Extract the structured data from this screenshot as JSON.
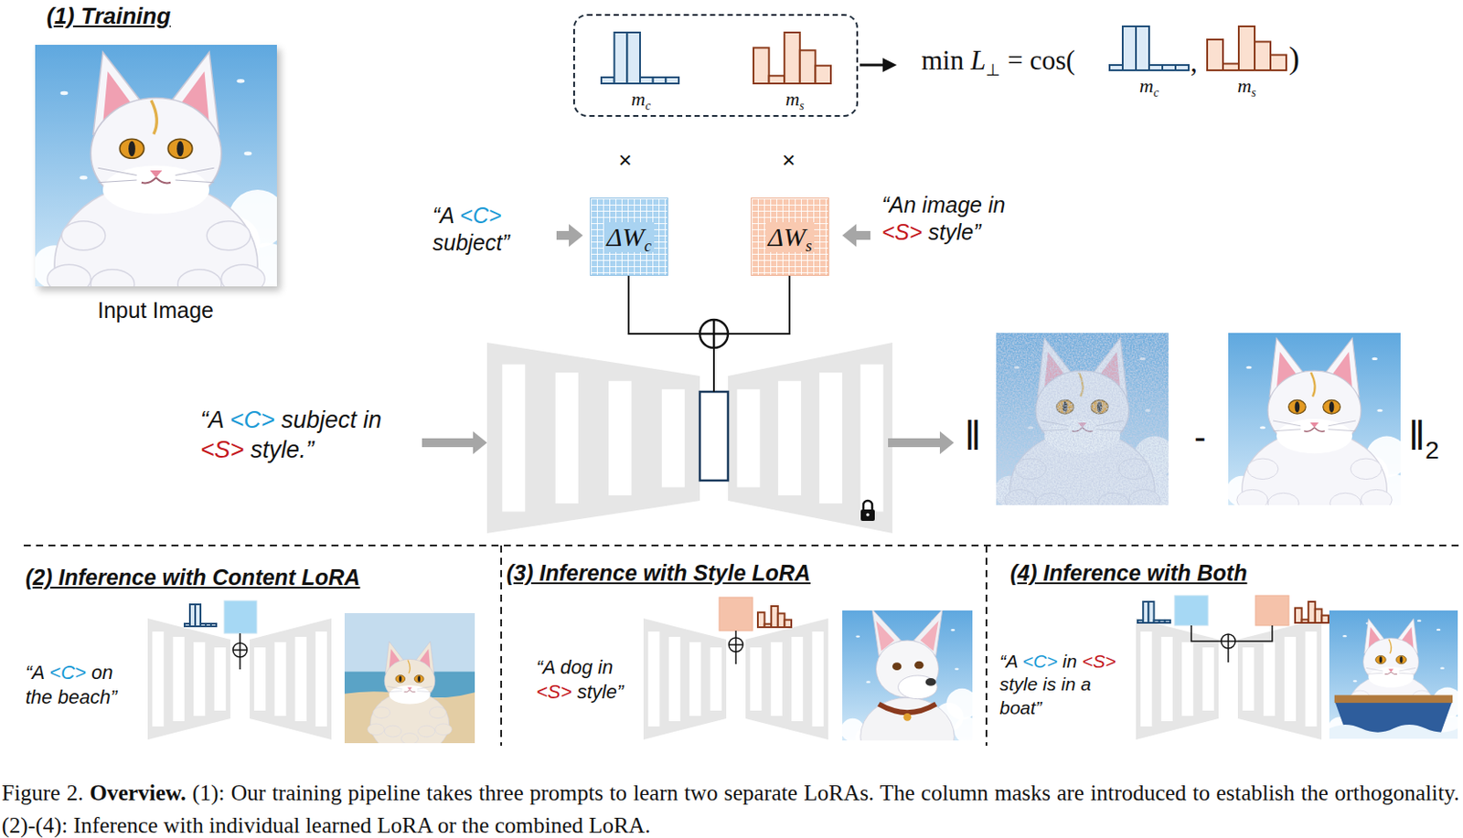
{
  "diagram": {
    "caption": "Figure 2. Overview. (1): Our training pipeline takes three prompts to learn two separate LoRAs. The column masks are introduced to establish the orthogonality. (2)-(4): Inference with individual learned LoRA or the combined LoRA.",
    "nodes": [
      {
        "text": [
          "mc",
          "ms"
        ]
      },
      {
        "text": [
          "ΔWc"
        ]
      },
      {
        "text": [
          "ΔWs"
        ]
      }
    ],
    "labels": [
      "(1) Training",
      "Input Image",
      "min L⊥ = cos(",
      "mc",
      ",",
      "ms",
      ")",
      "×",
      "×",
      "“A <C> subject”",
      "“An image in <S> style”",
      "“A <C> subject in <S> style.”",
      "‖",
      "-",
      "‖2",
      "(2) Inference with Content LoRA",
      "“A <C> on the beach”",
      "(3) Inference with Style LoRA",
      "“A dog in <S> style”",
      "(4) Inference with Both",
      "“A <C> in <S> style is in a boat”"
    ]
  }
}
